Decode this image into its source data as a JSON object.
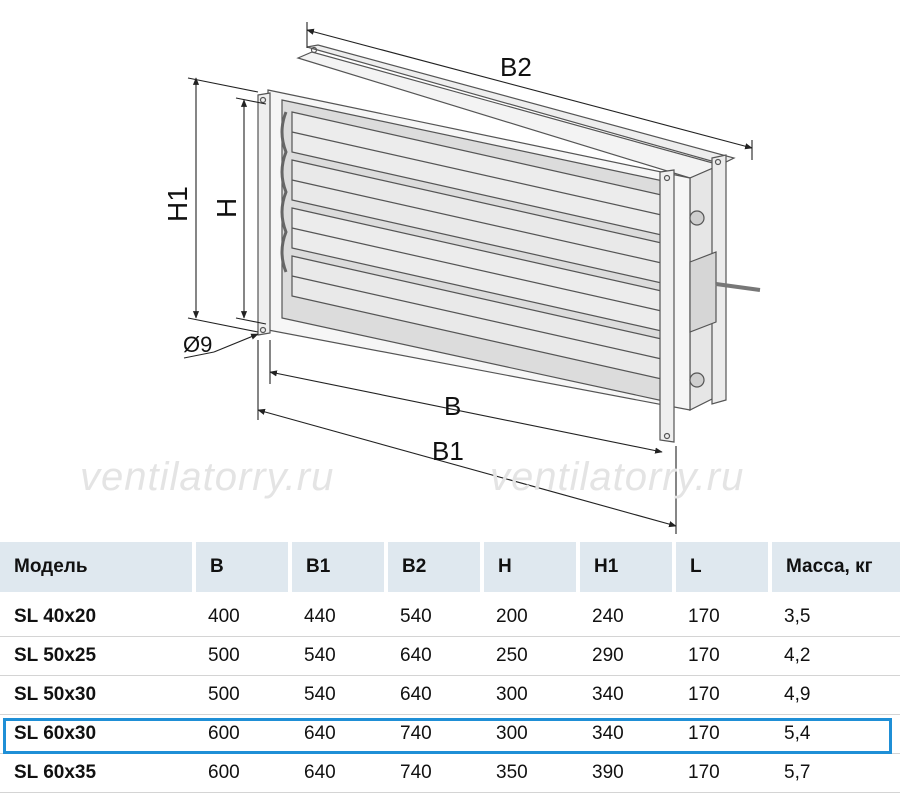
{
  "dimensions": {
    "b2": "B2",
    "h1": "H1",
    "h": "H",
    "hole": "Ø9",
    "b": "B",
    "b1": "B1"
  },
  "watermark": [
    "ventilatorry.ru",
    "ventilatorry.ru"
  ],
  "table": {
    "headers": [
      "Модель",
      "B",
      "B1",
      "B2",
      "H",
      "H1",
      "L",
      "Масса, кг"
    ],
    "rows": [
      [
        "SL 40x20",
        "400",
        "440",
        "540",
        "200",
        "240",
        "170",
        "3,5"
      ],
      [
        "SL 50x25",
        "500",
        "540",
        "640",
        "250",
        "290",
        "170",
        "4,2"
      ],
      [
        "SL 50x30",
        "500",
        "540",
        "640",
        "300",
        "340",
        "170",
        "4,9"
      ],
      [
        "SL 60x30",
        "600",
        "640",
        "740",
        "300",
        "340",
        "170",
        "5,4"
      ],
      [
        "SL 60x35",
        "600",
        "640",
        "740",
        "350",
        "390",
        "170",
        "5,7"
      ]
    ],
    "highlighted_row": 3,
    "highlight_color": "#1f8fd6",
    "header_bg": "#dfe8ef"
  }
}
